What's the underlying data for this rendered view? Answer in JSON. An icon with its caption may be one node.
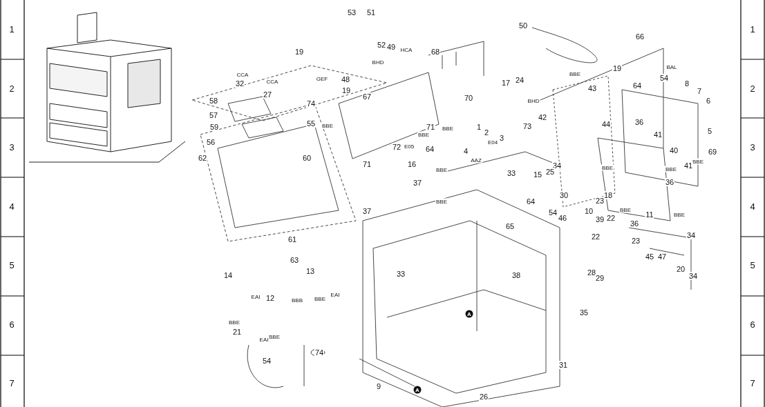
{
  "diagram": {
    "labels": [
      "1",
      "2",
      "3",
      "4",
      "5",
      "6",
      "7",
      "1",
      "2",
      "3",
      "4",
      "5",
      "6",
      "7",
      "53",
      "51",
      "50",
      "66",
      "68",
      "19",
      "52",
      "49",
      "HCA",
      "BHD",
      "BAL",
      "19",
      "BBE",
      "CCA",
      "GEF",
      "54",
      "48",
      "CCA",
      "32",
      "8",
      "17",
      "24",
      "64",
      "43",
      "19",
      "7",
      "27",
      "67",
      "70",
      "BHD",
      "6",
      "58",
      "74",
      "57",
      "42",
      "55",
      "BBE",
      "44",
      "36",
      "71",
      "BBE",
      "73",
      "1",
      "59",
      "5",
      "2",
      "BBE",
      "41",
      "3",
      "E04",
      "56",
      "E05",
      "72",
      "4",
      "64",
      "40",
      "69",
      "BBE",
      "60",
      "62",
      "AAZ",
      "16",
      "71",
      "41",
      "34",
      "BBE",
      "BBE",
      "BBE",
      "25",
      "33",
      "15",
      "37",
      "36",
      "18",
      "30",
      "23",
      "64",
      "BBE",
      "10",
      "BBE",
      "37",
      "54",
      "11",
      "BBE",
      "22",
      "46",
      "39",
      "36",
      "65",
      "34",
      "22",
      "61",
      "23",
      "45",
      "47",
      "63",
      "20",
      "28",
      "13",
      "33",
      "38",
      "14",
      "34",
      "29",
      "EAI",
      "EAI",
      "12",
      "BBB",
      "BBE",
      "35",
      "A",
      "BBE",
      "21",
      "BBE",
      "EAI",
      "74",
      "54",
      "31",
      "9",
      "A",
      "26"
    ]
  }
}
